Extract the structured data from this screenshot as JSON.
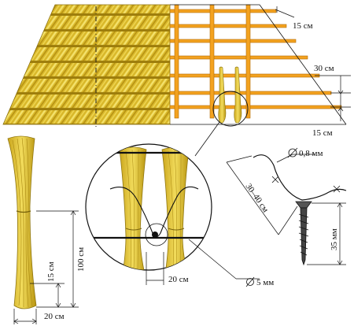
{
  "colors": {
    "straw": "#e0c02a",
    "straw_dark": "#8f7610",
    "straw_light": "#f4e37a",
    "batten": "#f3a21f",
    "batten_dark": "#b36c07",
    "line": "#111111"
  },
  "labels": {
    "batten_spacing_top": "15 см",
    "rafter_spacing": "30 см",
    "batten_spacing_bottom": "15 см",
    "wire_diameter": "0,8 мм",
    "wire_length": "30–40 см",
    "screw_length": "35 мм",
    "bundle_length": "100 см",
    "bundle_tie_height": "15 см",
    "bundle_width": "20 см",
    "detail_width": "20 см",
    "rod_diameter": "5 мм"
  }
}
